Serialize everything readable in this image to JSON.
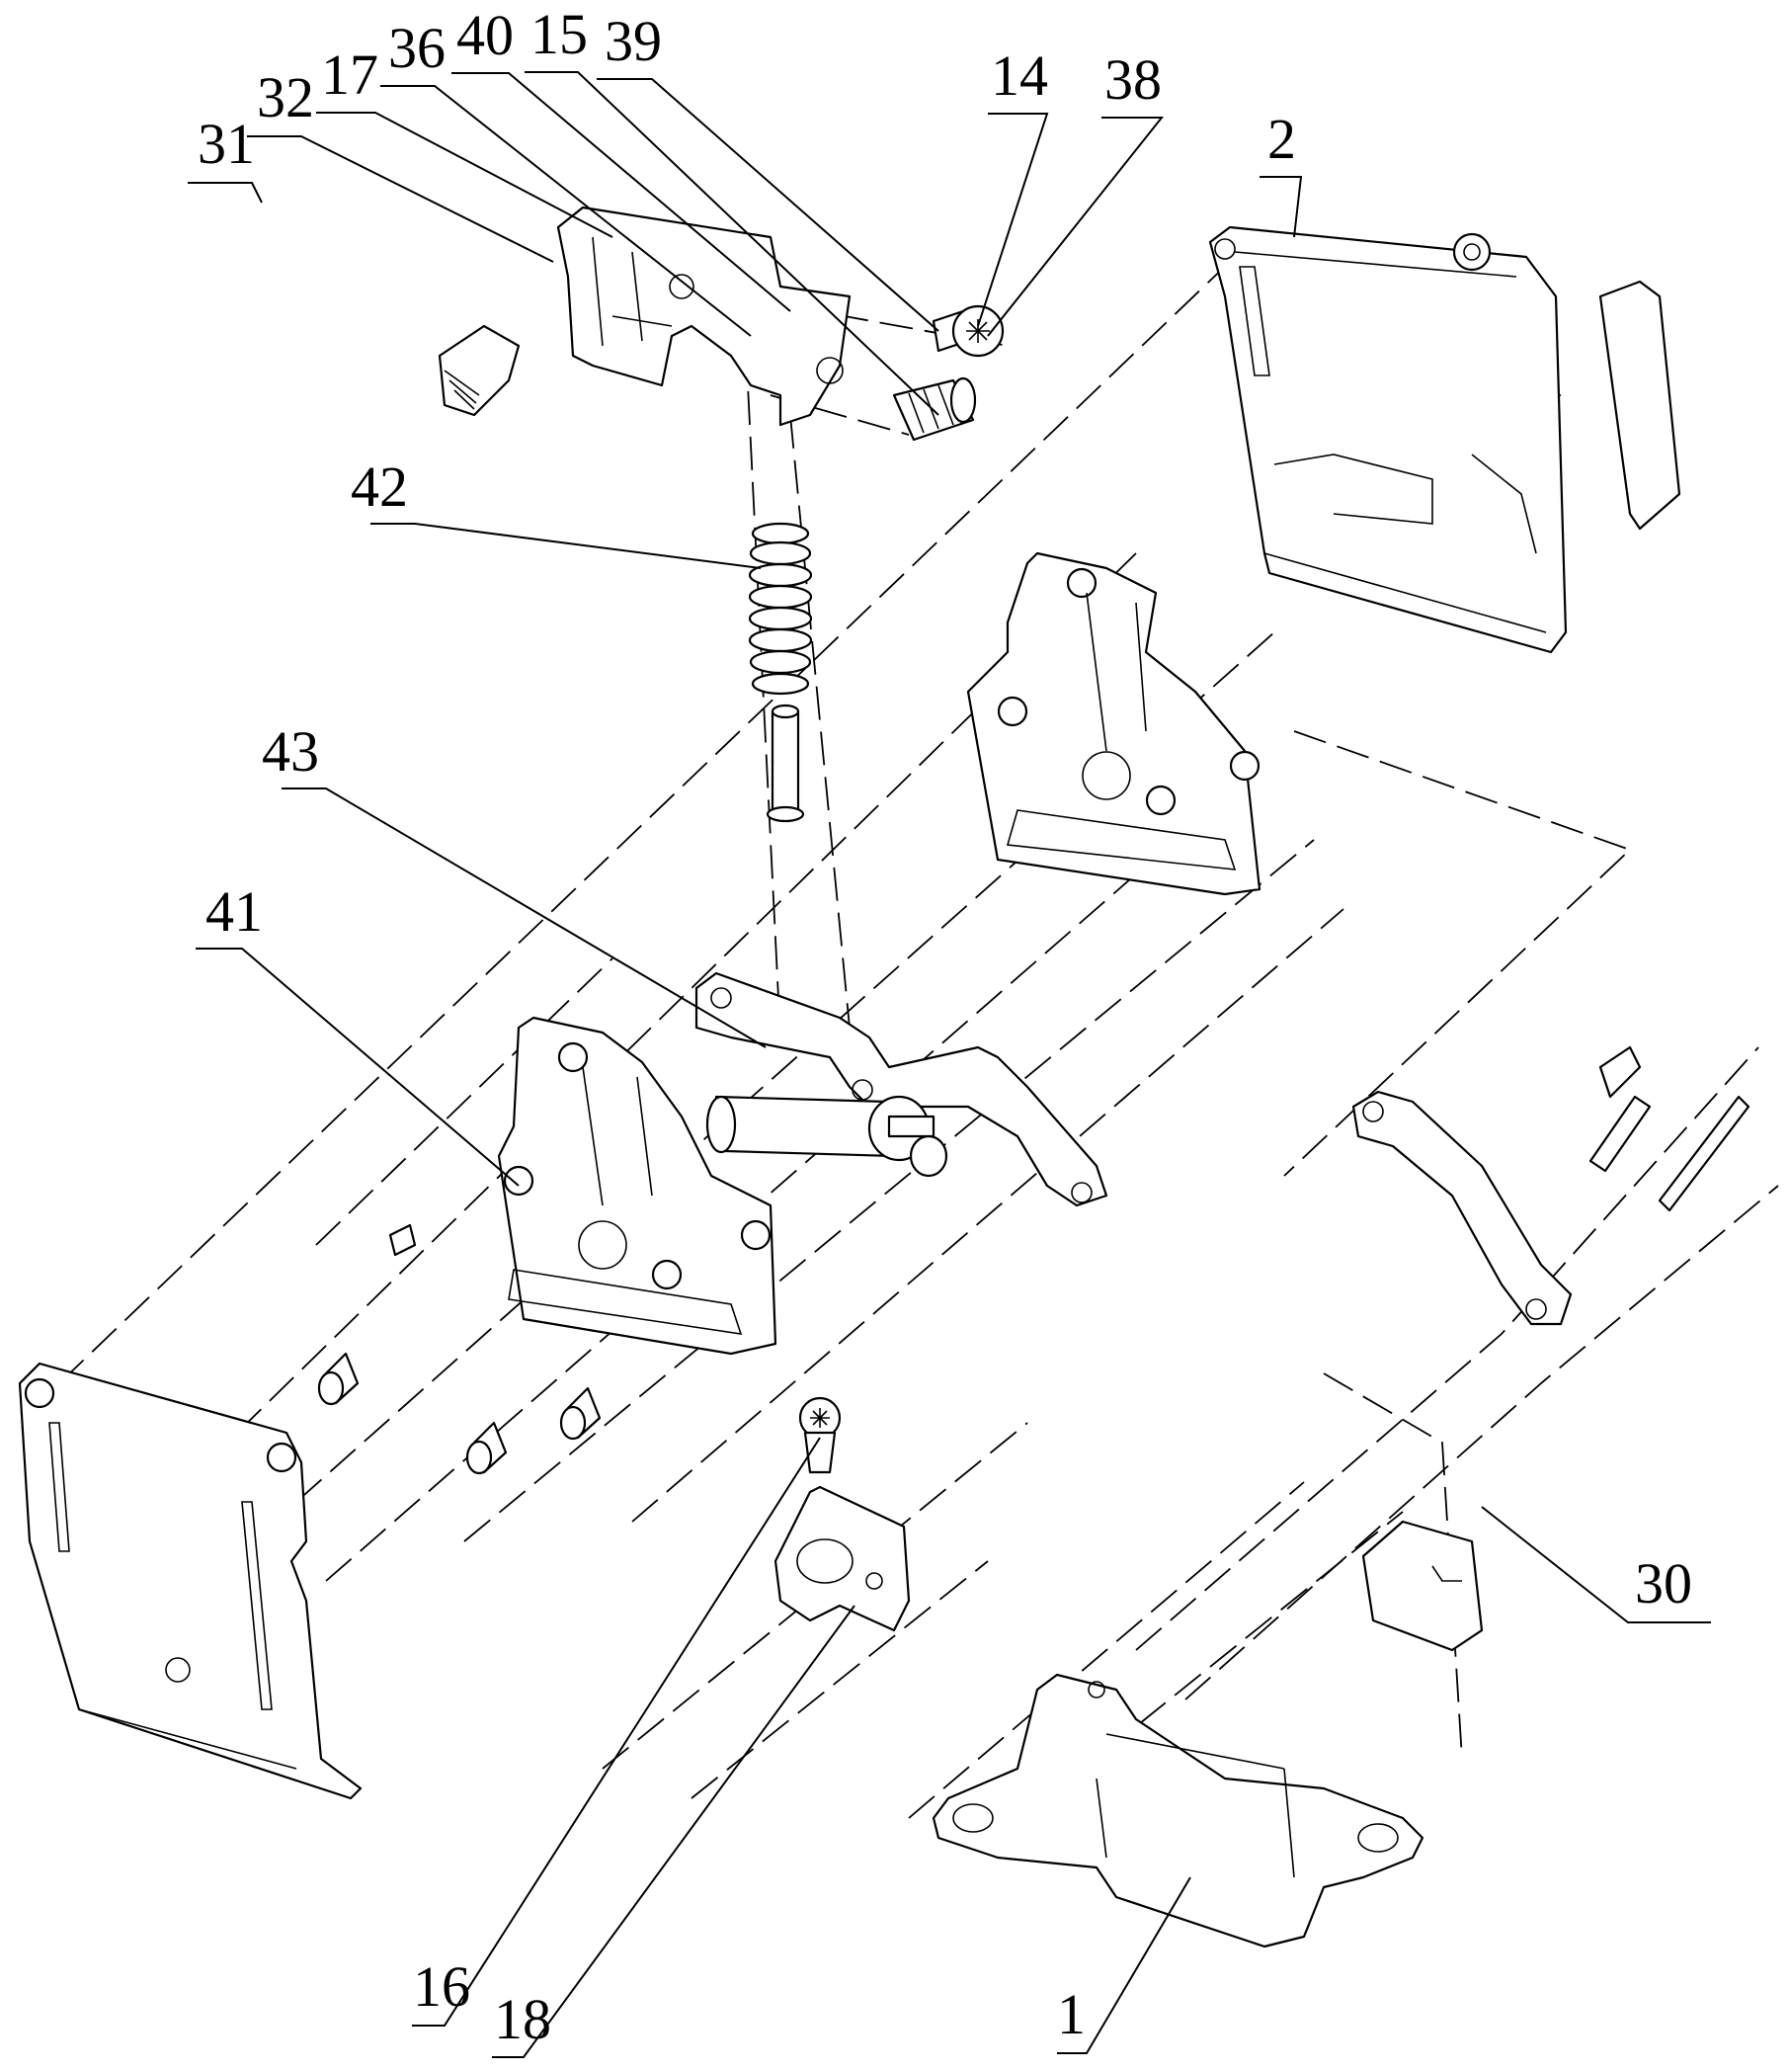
{
  "figure": {
    "type": "exploded assembly view (patent drawing)",
    "reference_numerals": [
      {
        "id": "31",
        "label": "31"
      },
      {
        "id": "32",
        "label": "32"
      },
      {
        "id": "17",
        "label": "17"
      },
      {
        "id": "36",
        "label": "36"
      },
      {
        "id": "40",
        "label": "40"
      },
      {
        "id": "15",
        "label": "15"
      },
      {
        "id": "39",
        "label": "39"
      },
      {
        "id": "14",
        "label": "14"
      },
      {
        "id": "38",
        "label": "38"
      },
      {
        "id": "2",
        "label": "2"
      },
      {
        "id": "42",
        "label": "42"
      },
      {
        "id": "43",
        "label": "43"
      },
      {
        "id": "41",
        "label": "41"
      },
      {
        "id": "30",
        "label": "30"
      },
      {
        "id": "16",
        "label": "16"
      },
      {
        "id": "18",
        "label": "18"
      },
      {
        "id": "1",
        "label": "1"
      }
    ]
  }
}
